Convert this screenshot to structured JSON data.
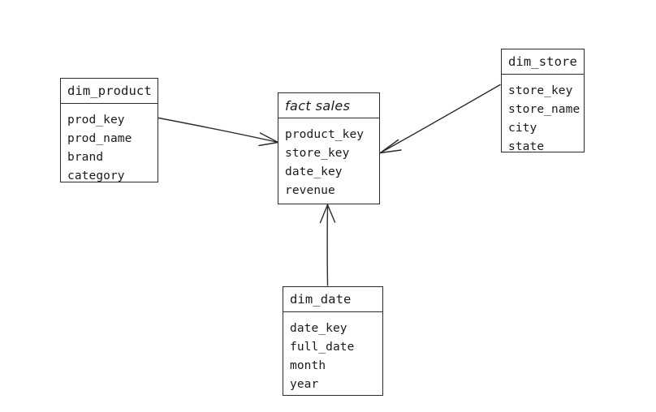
{
  "diagram": {
    "title": "star-schema",
    "background_color": "#ffffff",
    "stroke_color": "#2b2b2b",
    "text_color": "#1a1a1a",
    "entities": [
      {
        "id": "dim_product",
        "name": "dim_product",
        "fields": [
          "prod_key",
          "prod_name",
          "brand",
          "category"
        ]
      },
      {
        "id": "fact_sales",
        "name": "fact sales",
        "fields": [
          "product_key",
          "store_key",
          "date_key",
          "revenue"
        ]
      },
      {
        "id": "dim_store",
        "name": "dim_store",
        "fields": [
          "store_key",
          "store_name",
          "city",
          "state"
        ]
      },
      {
        "id": "dim_date",
        "name": "dim_date",
        "fields": [
          "date_key",
          "full_date",
          "month",
          "year"
        ]
      }
    ],
    "relationships": [
      {
        "id": "product-to-fact",
        "from": "dim_product",
        "to": "fact_sales",
        "arrow": "open-v"
      },
      {
        "id": "store-to-fact",
        "from": "dim_store",
        "to": "fact_sales",
        "arrow": "open-v"
      },
      {
        "id": "date-to-fact",
        "from": "dim_date",
        "to": "fact_sales",
        "arrow": "open-v"
      }
    ]
  }
}
